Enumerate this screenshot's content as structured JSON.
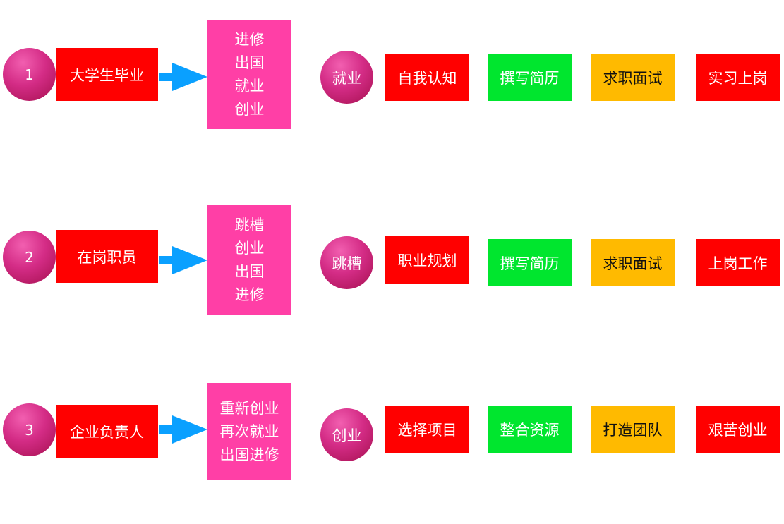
{
  "colors": {
    "circle": "#d42c86",
    "role_box": "#ff0000",
    "options_box": "#ff3fa6",
    "arrow": "#0aa0ff",
    "step_red": "#ff0000",
    "step_green": "#00e62e",
    "step_orange": "#ffba00"
  },
  "rows": [
    {
      "number": "1",
      "role": "大学生毕业",
      "options": [
        "进修",
        "出国",
        "就业",
        "创业"
      ],
      "path": "就业",
      "steps": [
        "自我认知",
        "撰写简历",
        "求职面试",
        "实习上岗"
      ]
    },
    {
      "number": "2",
      "role": "在岗职员",
      "options": [
        "跳槽",
        "创业",
        "出国",
        "进修"
      ],
      "path": "跳槽",
      "steps": [
        "职业规划",
        "撰写简历",
        "求职面试",
        "上岗工作"
      ]
    },
    {
      "number": "3",
      "role": "企业负责人",
      "options": [
        "重新创业",
        "再次就业",
        "出国进修"
      ],
      "path": "创业",
      "steps": [
        "选择项目",
        "整合资源",
        "打造团队",
        "艰苦创业"
      ]
    }
  ]
}
